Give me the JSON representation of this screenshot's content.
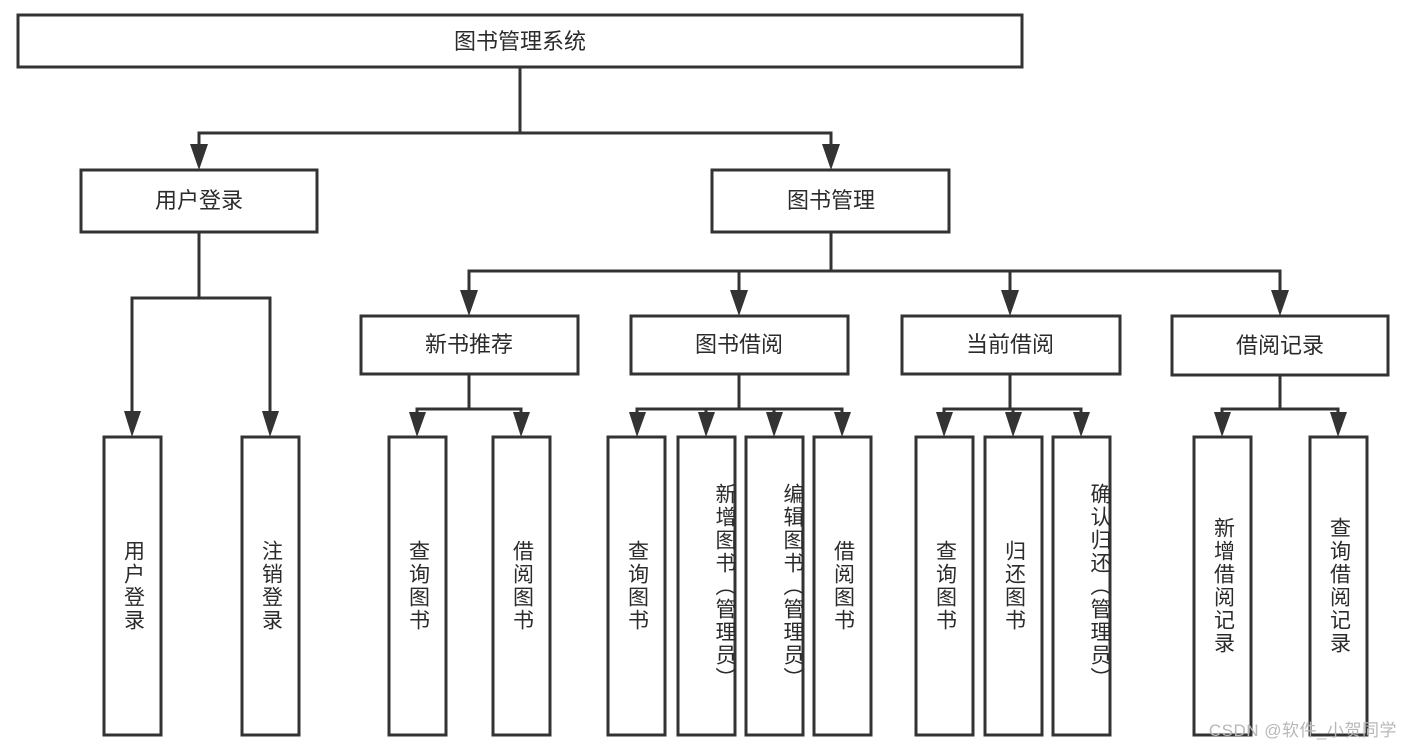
{
  "diagram": {
    "title": "图书管理系统",
    "type": "tree-hierarchy",
    "root": {
      "id": "root",
      "label": "图书管理系统"
    },
    "level2": [
      {
        "id": "user-login",
        "label": "用户登录"
      },
      {
        "id": "book-manage",
        "label": "图书管理"
      }
    ],
    "level3": [
      {
        "id": "new-book-recommend",
        "label": "新书推荐",
        "parent": "book-manage"
      },
      {
        "id": "book-borrow",
        "label": "图书借阅",
        "parent": "book-manage"
      },
      {
        "id": "current-borrow",
        "label": "当前借阅",
        "parent": "book-manage"
      },
      {
        "id": "borrow-record",
        "label": "借阅记录",
        "parent": "book-manage"
      }
    ],
    "leaves": [
      {
        "id": "leaf-user-login",
        "label": "用户登录",
        "parent": "user-login"
      },
      {
        "id": "leaf-logout-login",
        "label": "注销登录",
        "parent": "user-login"
      },
      {
        "id": "leaf-query-book-1",
        "label": "查询图书",
        "parent": "new-book-recommend"
      },
      {
        "id": "leaf-borrow-book-1",
        "label": "借阅图书",
        "parent": "new-book-recommend"
      },
      {
        "id": "leaf-query-book-2",
        "label": "查询图书",
        "parent": "book-borrow"
      },
      {
        "id": "leaf-add-book",
        "label": "新增图书（管理员）",
        "parent": "book-borrow"
      },
      {
        "id": "leaf-edit-book",
        "label": "编辑图书（管理员）",
        "parent": "book-borrow"
      },
      {
        "id": "leaf-borrow-book-2",
        "label": "借阅图书",
        "parent": "book-borrow"
      },
      {
        "id": "leaf-query-book-3",
        "label": "查询图书",
        "parent": "current-borrow"
      },
      {
        "id": "leaf-return-book",
        "label": "归还图书",
        "parent": "current-borrow"
      },
      {
        "id": "leaf-confirm-return",
        "label": "确认归还（管理员）",
        "parent": "current-borrow"
      },
      {
        "id": "leaf-add-record",
        "label": "新增借阅记录",
        "parent": "borrow-record"
      },
      {
        "id": "leaf-query-record",
        "label": "查询借阅记录",
        "parent": "borrow-record"
      }
    ]
  },
  "watermark": {
    "text": "CSDN @软件_小贺同学"
  },
  "colors": {
    "stroke": "#333333",
    "fill": "#ffffff",
    "text": "#2b2b2b",
    "watermark": "#b8b8b8"
  }
}
